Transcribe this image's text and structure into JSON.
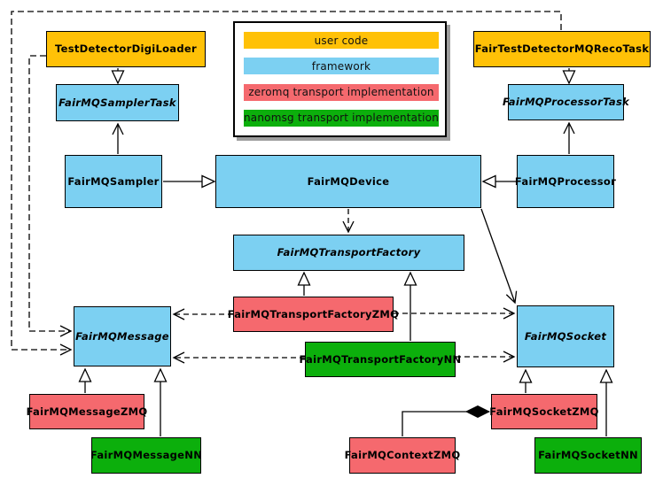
{
  "legend": {
    "items": [
      {
        "label": "user code",
        "color": "#FFC107"
      },
      {
        "label": "framework",
        "color": "#7CD0F2"
      },
      {
        "label": "zeromq transport implementation",
        "color": "#F5696E"
      },
      {
        "label": "nanomsg transport implementation",
        "color": "#0CAF0C"
      }
    ]
  },
  "colors": {
    "user_code": "#FFC107",
    "framework": "#7CD0F2",
    "zeromq": "#F5696E",
    "nanomsg": "#0CAF0C",
    "border": "#000000",
    "background": "#FFFFFF",
    "legend_shadow": "#9E9E9E"
  },
  "nodes": {
    "test_detector_digi_loader": {
      "label": "TestDetectorDigiLoader",
      "category": "user code",
      "abstract": false
    },
    "fair_mq_sampler_task": {
      "label": "FairMQSamplerTask",
      "category": "framework",
      "abstract": true
    },
    "fair_mq_sampler": {
      "label": "FairMQSampler",
      "category": "framework",
      "abstract": false
    },
    "fair_mq_device": {
      "label": "FairMQDevice",
      "category": "framework",
      "abstract": false
    },
    "fair_test_detector_mq_reco_task": {
      "label": "FairTestDetectorMQRecoTask",
      "category": "user code",
      "abstract": false
    },
    "fair_mq_processor_task": {
      "label": "FairMQProcessorTask",
      "category": "framework",
      "abstract": true
    },
    "fair_mq_processor": {
      "label": "FairMQProcessor",
      "category": "framework",
      "abstract": false
    },
    "fair_mq_transport_factory": {
      "label": "FairMQTransportFactory",
      "category": "framework",
      "abstract": true
    },
    "fair_mq_transport_factory_zmq": {
      "label": "FairMQTransportFactoryZMQ",
      "category": "zeromq",
      "abstract": false
    },
    "fair_mq_transport_factory_nn": {
      "label": "FairMQTransportFactoryNN",
      "category": "nanomsg",
      "abstract": false
    },
    "fair_mq_message": {
      "label": "FairMQMessage",
      "category": "framework",
      "abstract": true
    },
    "fair_mq_message_zmq": {
      "label": "FairMQMessageZMQ",
      "category": "zeromq",
      "abstract": false
    },
    "fair_mq_message_nn": {
      "label": "FairMQMessageNN",
      "category": "nanomsg",
      "abstract": false
    },
    "fair_mq_socket": {
      "label": "FairMQSocket",
      "category": "framework",
      "abstract": true
    },
    "fair_mq_socket_zmq": {
      "label": "FairMQSocketZMQ",
      "category": "zeromq",
      "abstract": false
    },
    "fair_mq_socket_nn": {
      "label": "FairMQSocketNN",
      "category": "nanomsg",
      "abstract": false
    },
    "fair_mq_context_zmq": {
      "label": "FairMQContextZMQ",
      "category": "zeromq",
      "abstract": false
    }
  },
  "edges": [
    {
      "from": "TestDetectorDigiLoader",
      "to": "FairMQSamplerTask",
      "type": "inheritance"
    },
    {
      "from": "FairTestDetectorMQRecoTask",
      "to": "FairMQProcessorTask",
      "type": "inheritance"
    },
    {
      "from": "FairMQSampler",
      "to": "FairMQSamplerTask",
      "type": "arrow"
    },
    {
      "from": "FairMQProcessor",
      "to": "FairMQProcessorTask",
      "type": "arrow"
    },
    {
      "from": "FairMQSampler",
      "to": "FairMQDevice",
      "type": "inheritance"
    },
    {
      "from": "FairMQProcessor",
      "to": "FairMQDevice",
      "type": "inheritance"
    },
    {
      "from": "FairMQDevice",
      "to": "FairMQTransportFactory",
      "type": "dashed-arrow"
    },
    {
      "from": "FairMQDevice",
      "to": "FairMQSocket",
      "type": "arrow"
    },
    {
      "from": "FairMQTransportFactoryZMQ",
      "to": "FairMQTransportFactory",
      "type": "inheritance"
    },
    {
      "from": "FairMQTransportFactoryNN",
      "to": "FairMQTransportFactory",
      "type": "inheritance"
    },
    {
      "from": "FairMQTransportFactoryZMQ",
      "to": "FairMQMessage",
      "type": "dashed-arrow"
    },
    {
      "from": "FairMQTransportFactoryZMQ",
      "to": "FairMQSocket",
      "type": "dashed-arrow"
    },
    {
      "from": "FairMQTransportFactoryNN",
      "to": "FairMQMessage",
      "type": "dashed-arrow"
    },
    {
      "from": "FairMQTransportFactoryNN",
      "to": "FairMQSocket",
      "type": "dashed-arrow"
    },
    {
      "from": "TestDetectorDigiLoader",
      "to": "FairMQMessage",
      "type": "dashed-arrow"
    },
    {
      "from": "FairTestDetectorMQRecoTask",
      "to": "FairMQMessage",
      "type": "dashed-arrow"
    },
    {
      "from": "FairMQMessageZMQ",
      "to": "FairMQMessage",
      "type": "inheritance"
    },
    {
      "from": "FairMQMessageNN",
      "to": "FairMQMessage",
      "type": "inheritance"
    },
    {
      "from": "FairMQSocketZMQ",
      "to": "FairMQSocket",
      "type": "inheritance"
    },
    {
      "from": "FairMQSocketNN",
      "to": "FairMQSocket",
      "type": "inheritance"
    },
    {
      "from": "FairMQContextZMQ",
      "to": "FairMQSocketZMQ",
      "type": "composition"
    }
  ]
}
